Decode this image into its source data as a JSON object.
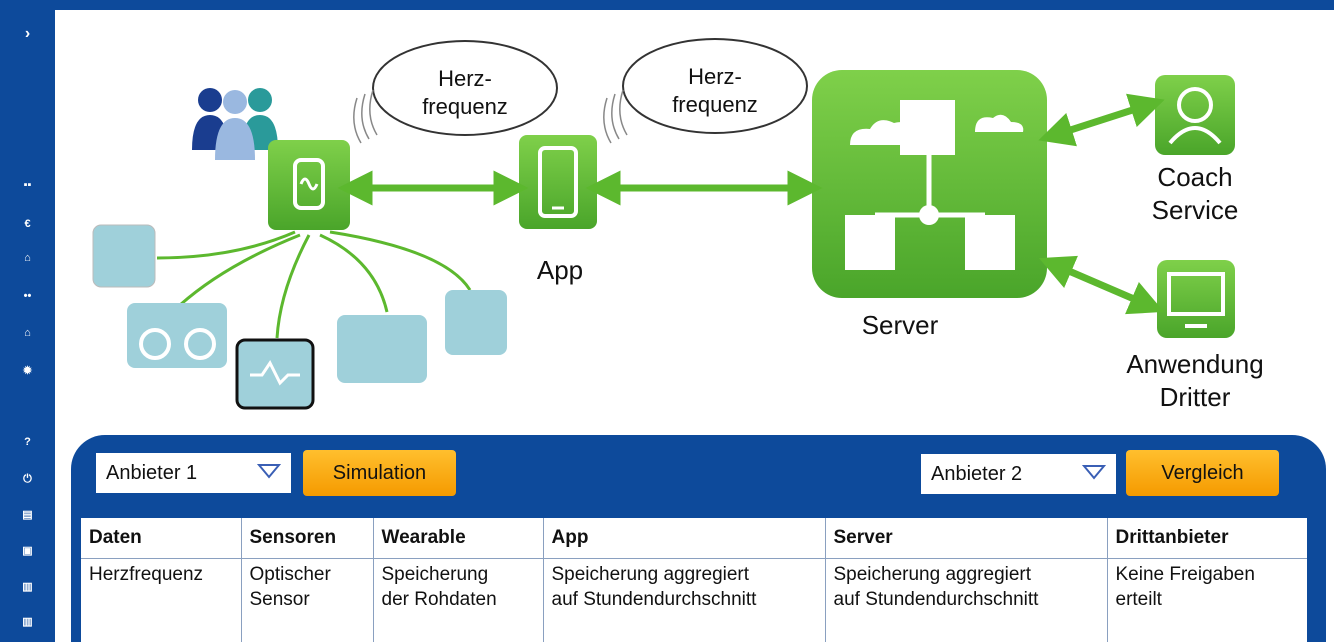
{
  "diagram": {
    "bubble1": "Herz-\nfrequenz",
    "bubble2": "Herz-\nfrequenz",
    "app_label": "App",
    "server_label": "Server",
    "coach_label": "Coach\nService",
    "third_label": "Anwendung\nDritter"
  },
  "controls": {
    "provider1": "Anbieter 1",
    "simulation": "Simulation",
    "provider2": "Anbieter 2",
    "compare": "Vergleich"
  },
  "table": {
    "headers": [
      "Daten",
      "Sensoren",
      "Wearable",
      "App",
      "Server",
      "Drittanbieter"
    ],
    "row": [
      "Herzfrequenz",
      "Optischer\nSensor",
      "Speicherung\nder Rohdaten",
      "Speicherung aggregiert\nauf Stundendurchschnitt",
      "Speicherung aggregiert\nauf Stundendurchschnitt",
      "Keine Freigaben\nerteilt"
    ]
  },
  "sidebar": {
    "icons": [
      "chevron-right-icon",
      "dashboard-icon",
      "euro-icon",
      "bank-icon",
      "users-icon",
      "institution-icon",
      "gear-icon",
      "help-icon",
      "power-icon",
      "print-icon",
      "delete-icon",
      "chart-icon",
      "chart2-icon"
    ]
  },
  "colors": {
    "accent": "#0d4a9b",
    "green": "#5cb82e",
    "teal": "#9fd0da",
    "orange": "#f9a80f"
  }
}
